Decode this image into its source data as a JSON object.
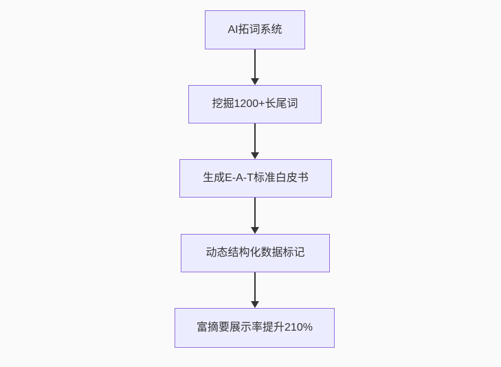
{
  "page": {
    "background_color": "#fafafa"
  },
  "flowchart": {
    "type": "vertical-flow",
    "node_fill": "#ECECFF",
    "node_border": "#9370DB",
    "text_color": "#333333",
    "arrow_color": "#333333",
    "nodes": [
      {
        "label": "AI拓词系统"
      },
      {
        "label": "挖掘1200+长尾词"
      },
      {
        "label": "生成E-A-T标准白皮书"
      },
      {
        "label": "动态结构化数据标记"
      },
      {
        "label": "富摘要展示率提升210%"
      }
    ],
    "edges": [
      {
        "from": 0,
        "to": 1
      },
      {
        "from": 1,
        "to": 2
      },
      {
        "from": 2,
        "to": 3
      },
      {
        "from": 3,
        "to": 4
      }
    ]
  }
}
